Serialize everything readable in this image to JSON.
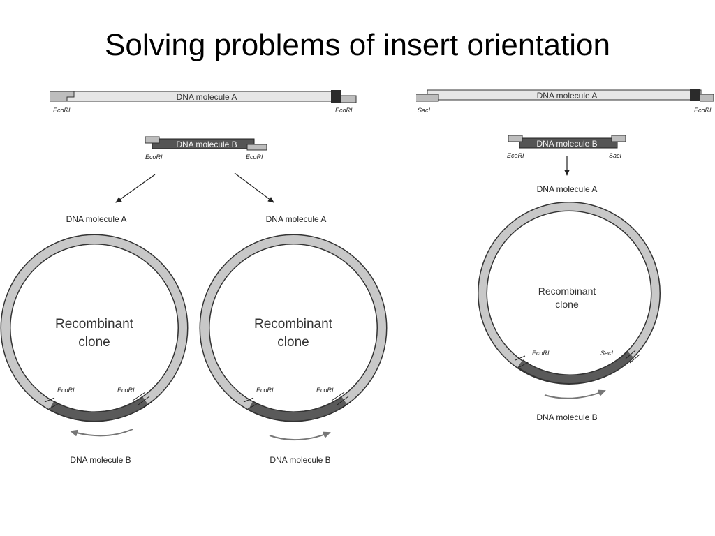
{
  "title": "Solving problems of insert orientation",
  "left": {
    "molecule_a_label": "DNA molecule A",
    "molecule_a_site_left": "EcoRI",
    "molecule_a_site_right": "EcoRI",
    "molecule_b_label": "DNA molecule B",
    "molecule_b_site_left": "EcoRI",
    "molecule_b_site_right": "EcoRI",
    "clones": [
      {
        "top_label": "DNA molecule A",
        "center_line1": "Recombinant",
        "center_line2": "clone",
        "site_left": "EcoRI",
        "site_right": "EcoRI",
        "bottom_label": "DNA molecule B"
      },
      {
        "top_label": "DNA molecule A",
        "center_line1": "Recombinant",
        "center_line2": "clone",
        "site_left": "EcoRI",
        "site_right": "EcoRI",
        "bottom_label": "DNA molecule B"
      }
    ]
  },
  "right": {
    "molecule_a_label": "DNA molecule A",
    "molecule_a_site_left": "SacI",
    "molecule_a_site_right": "EcoRI",
    "molecule_b_label": "DNA molecule B",
    "molecule_b_site_left": "EcoRI",
    "molecule_b_site_right": "SacI",
    "clone": {
      "top_label": "DNA molecule A",
      "center_line1": "Recombinant",
      "center_line2": "clone",
      "site_left": "EcoRI",
      "site_right": "SacI",
      "bottom_label": "DNA molecule B"
    }
  },
  "colors": {
    "molecule_a_fill": "#e6e6e6",
    "molecule_b_fill": "#555555",
    "ring_fill": "#c8c8c8",
    "arrow_gray": "#777777"
  }
}
